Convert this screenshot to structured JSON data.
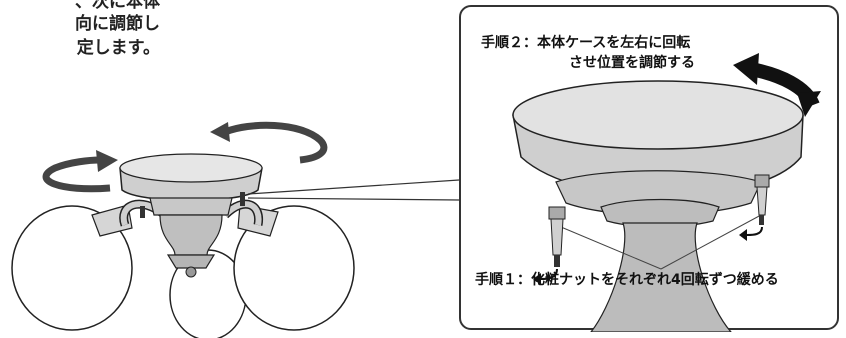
{
  "intro": {
    "line1": "、次に本体",
    "line2": "向に調節し",
    "line3": "定します。"
  },
  "callout": {
    "step2_line1": "手順２：本体ケースを左右に回転",
    "step2_line2": "させ位置を調節する",
    "step1": "手順１：化粧ナットをそれぞれ4回転ずつ緩める"
  }
}
